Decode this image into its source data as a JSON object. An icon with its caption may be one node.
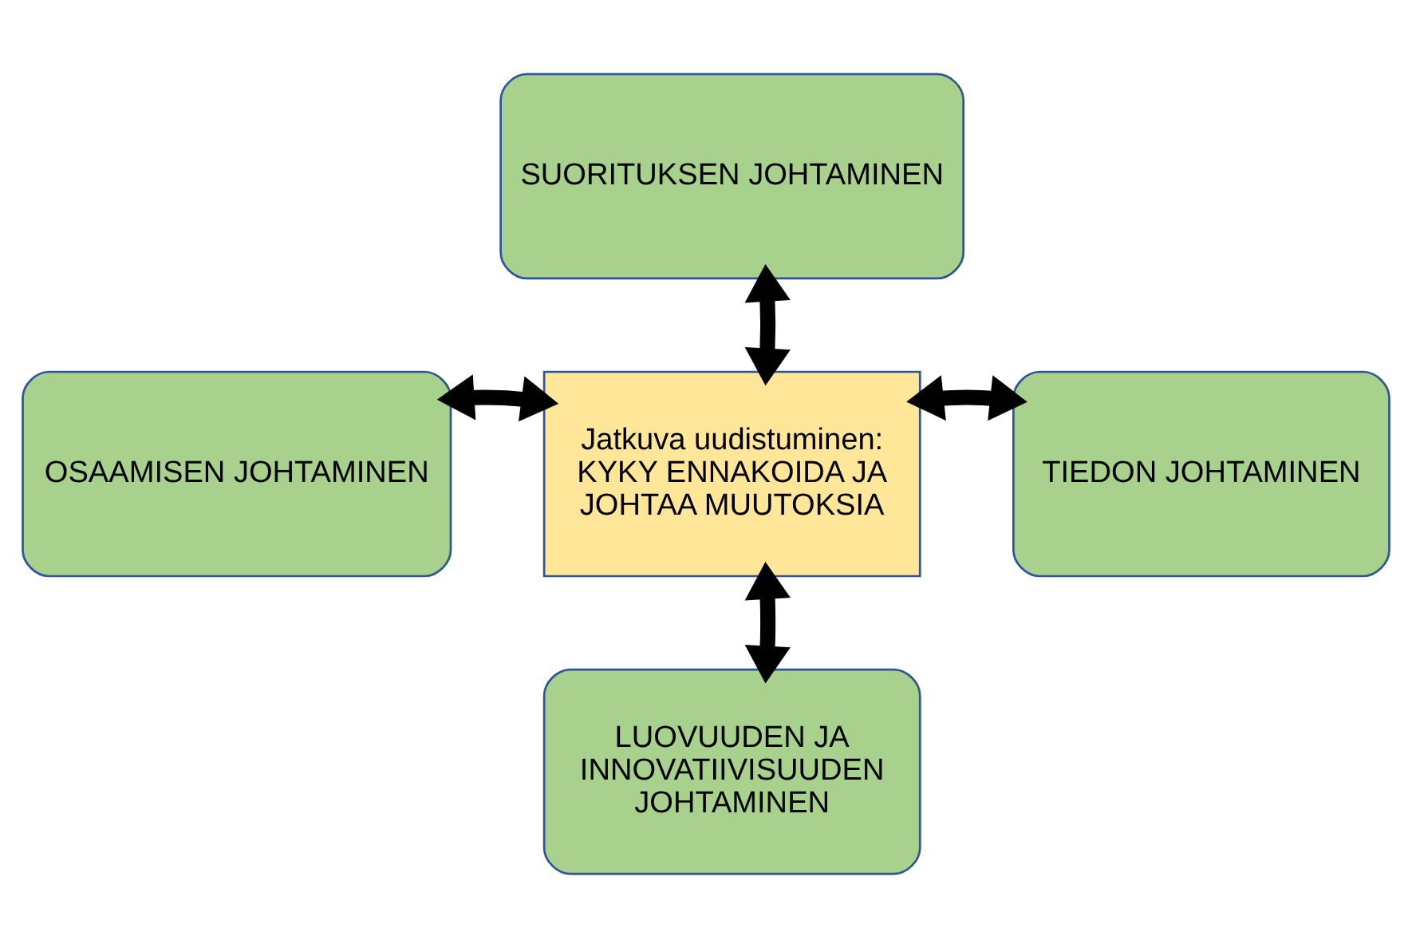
{
  "diagram": {
    "nodes": [
      {
        "text": [
          "SUORITUKSEN JOHTAMINEN"
        ]
      },
      {
        "text": [
          "OSAAMISEN JOHTAMINEN"
        ]
      },
      {
        "text": [
          "Jatkuva uudistuminen:",
          "KYKY ENNAKOIDA JA JOHTAA MUUTOKSIA"
        ]
      },
      {
        "text": [
          "TIEDON JOHTAMINEN"
        ]
      },
      {
        "text": [
          "LUOVUUDEN JA INNOVATIIVISUUDEN JOHTAMINEN"
        ]
      }
    ],
    "edges": [
      {
        "from": 2,
        "to": 0,
        "arrow": "both"
      },
      {
        "from": 2,
        "to": 1,
        "arrow": "both"
      },
      {
        "from": 2,
        "to": 3,
        "arrow": "both"
      },
      {
        "from": 2,
        "to": 4,
        "arrow": "both"
      }
    ]
  }
}
